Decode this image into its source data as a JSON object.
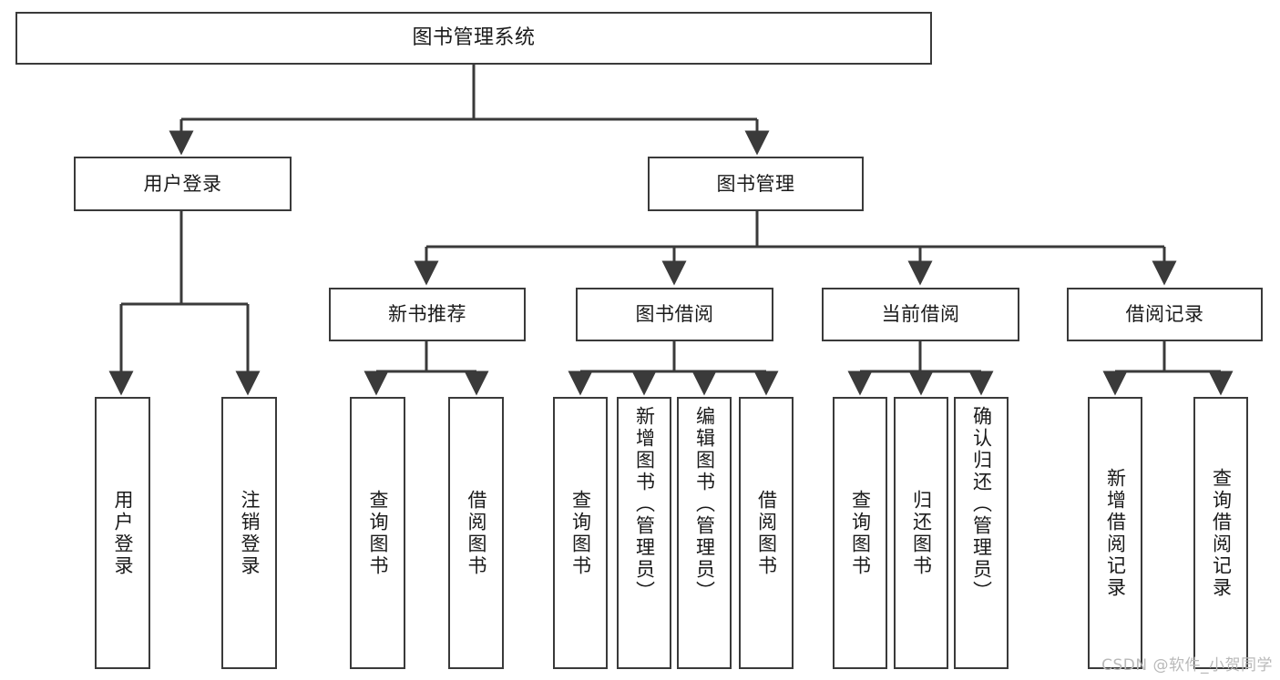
{
  "diagram": {
    "type": "tree",
    "title": "图书管理系统",
    "watermark": "CSDN @软件_小贺同学",
    "colors": {
      "stroke": "#3a3a3a",
      "fill": "#ffffff",
      "text": "#1a1a1a",
      "watermark": "#b9b9b9"
    },
    "nodes": {
      "root": {
        "label": "图书管理系统"
      },
      "level1": [
        {
          "id": "user-login",
          "label": "用户登录"
        },
        {
          "id": "book-manage",
          "label": "图书管理"
        }
      ],
      "level2": [
        {
          "id": "new-book-rec",
          "label": "新书推荐"
        },
        {
          "id": "book-borrow",
          "label": "图书借阅"
        },
        {
          "id": "current-borrow",
          "label": "当前借阅"
        },
        {
          "id": "borrow-record",
          "label": "借阅记录"
        }
      ],
      "leaves": {
        "user-login": [
          {
            "id": "leaf-user-login",
            "label": "用户登录"
          },
          {
            "id": "leaf-logout",
            "label": "注销登录"
          }
        ],
        "new-book-rec": [
          {
            "id": "leaf-query-book-1",
            "label": "查询图书"
          },
          {
            "id": "leaf-borrow-book-1",
            "label": "借阅图书"
          }
        ],
        "book-borrow": [
          {
            "id": "leaf-query-book-2",
            "label": "查询图书"
          },
          {
            "id": "leaf-add-book",
            "label": "新增图书（管理员）"
          },
          {
            "id": "leaf-edit-book",
            "label": "编辑图书（管理员）"
          },
          {
            "id": "leaf-borrow-book-2",
            "label": "借阅图书"
          }
        ],
        "current-borrow": [
          {
            "id": "leaf-query-book-3",
            "label": "查询图书"
          },
          {
            "id": "leaf-return-book",
            "label": "归还图书"
          },
          {
            "id": "leaf-confirm-return",
            "label": "确认归还（管理员）"
          }
        ],
        "borrow-record": [
          {
            "id": "leaf-add-record",
            "label": "新增借阅记录"
          },
          {
            "id": "leaf-query-record",
            "label": "查询借阅记录"
          }
        ]
      }
    }
  }
}
